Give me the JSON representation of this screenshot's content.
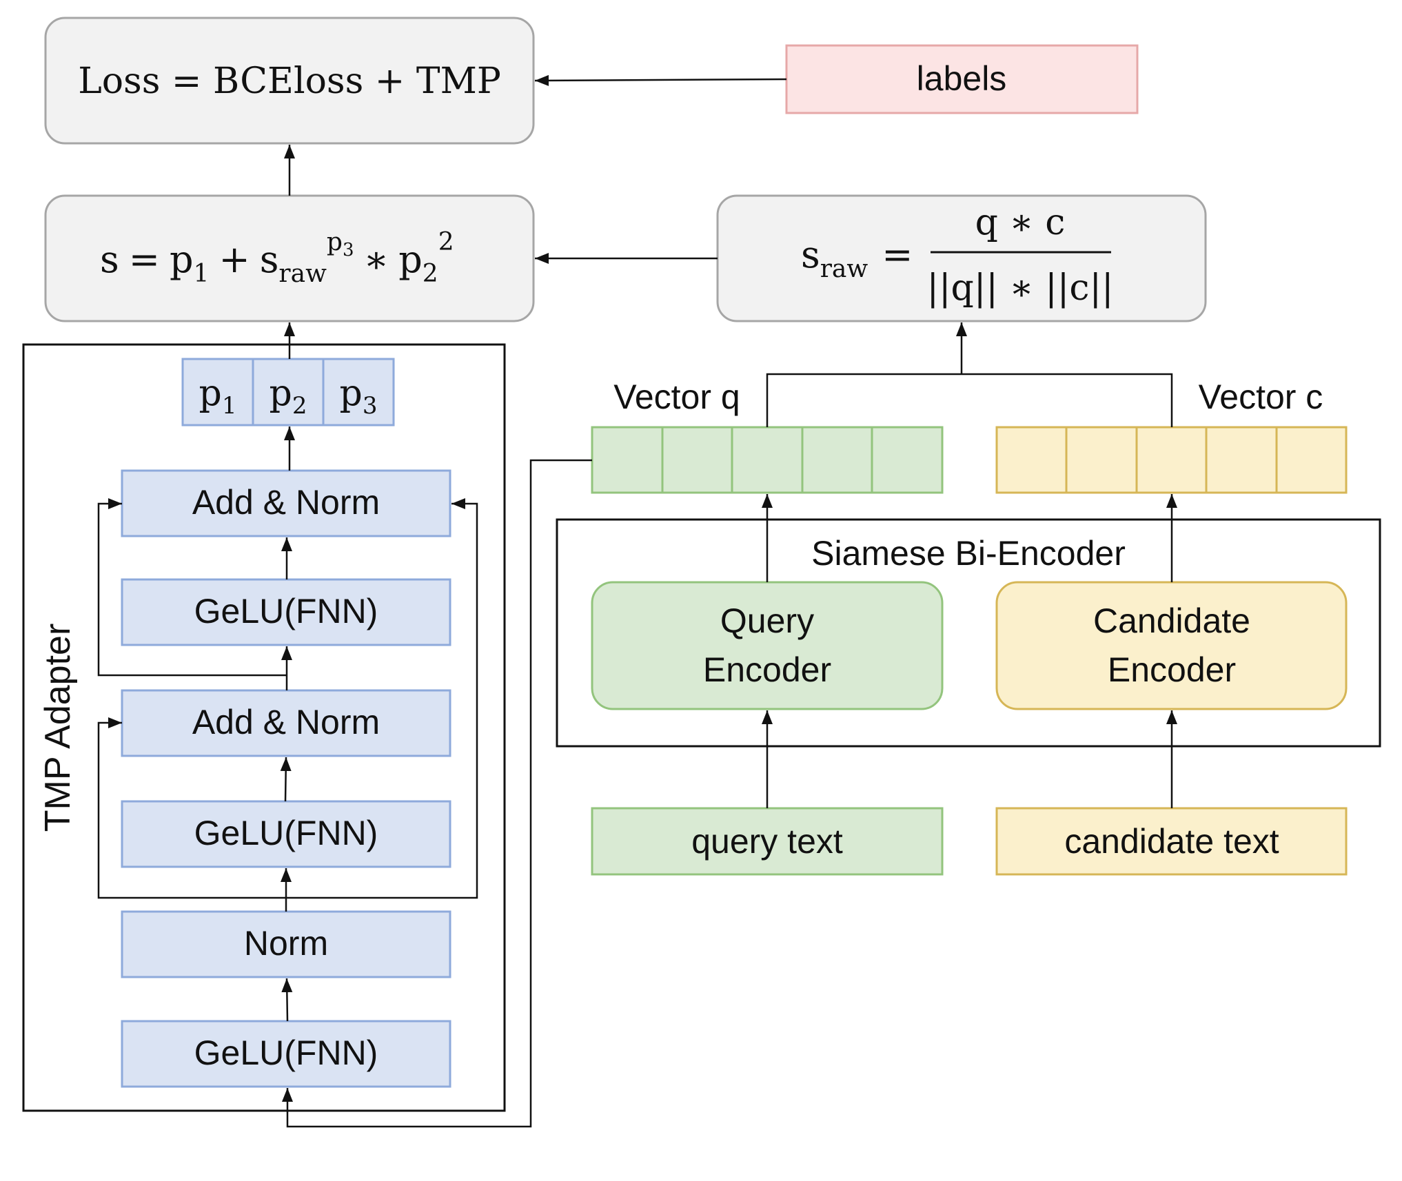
{
  "loss_box": {
    "label": "Loss = BCEloss + TMP"
  },
  "labels_box": {
    "label": "labels"
  },
  "score_box": {
    "s": "s",
    "eq": "=",
    "p": "p",
    "sub1": "1",
    "plus": "+",
    "s2": "s",
    "raw": "raw",
    "p3sup": "p",
    "p3sub": "3",
    "times": "∗",
    "p2": "p",
    "sub2": "2",
    "sq": "2"
  },
  "sraw_box": {
    "s": "s",
    "raw": "raw",
    "eq": "=",
    "numerator": "q ∗ c",
    "denominator": "||q|| ∗ ||c||"
  },
  "tmp_adapter": {
    "title": "TMP Adapter",
    "params": [
      {
        "base": "p",
        "sub": "1"
      },
      {
        "base": "p",
        "sub": "2"
      },
      {
        "base": "p",
        "sub": "3"
      }
    ],
    "layers": [
      "Add & Norm",
      "GeLU(FNN)",
      "Add & Norm",
      "GeLU(FNN)",
      "Norm",
      "GeLU(FNN)"
    ]
  },
  "vectors": {
    "q_label": "Vector q",
    "c_label": "Vector c",
    "cells": 5
  },
  "encoder": {
    "title": "Siamese Bi-Encoder",
    "query_encoder": [
      "Query",
      "Encoder"
    ],
    "candidate_encoder": [
      "Candidate",
      "Encoder"
    ]
  },
  "inputs": {
    "query": "query text",
    "candidate": "candidate text"
  },
  "colors": {
    "gray_fill": "#f2f2f2",
    "gray_stroke": "#a6a6a6",
    "blue_fill": "#dae3f3",
    "blue_stroke": "#8eaadb",
    "green_fill": "#d9ead3",
    "green_stroke": "#93c47d",
    "yellow_fill": "#fbf0cc",
    "yellow_stroke": "#d6b656",
    "pink_fill": "#fce4e4",
    "pink_stroke": "#e6a8a8"
  }
}
